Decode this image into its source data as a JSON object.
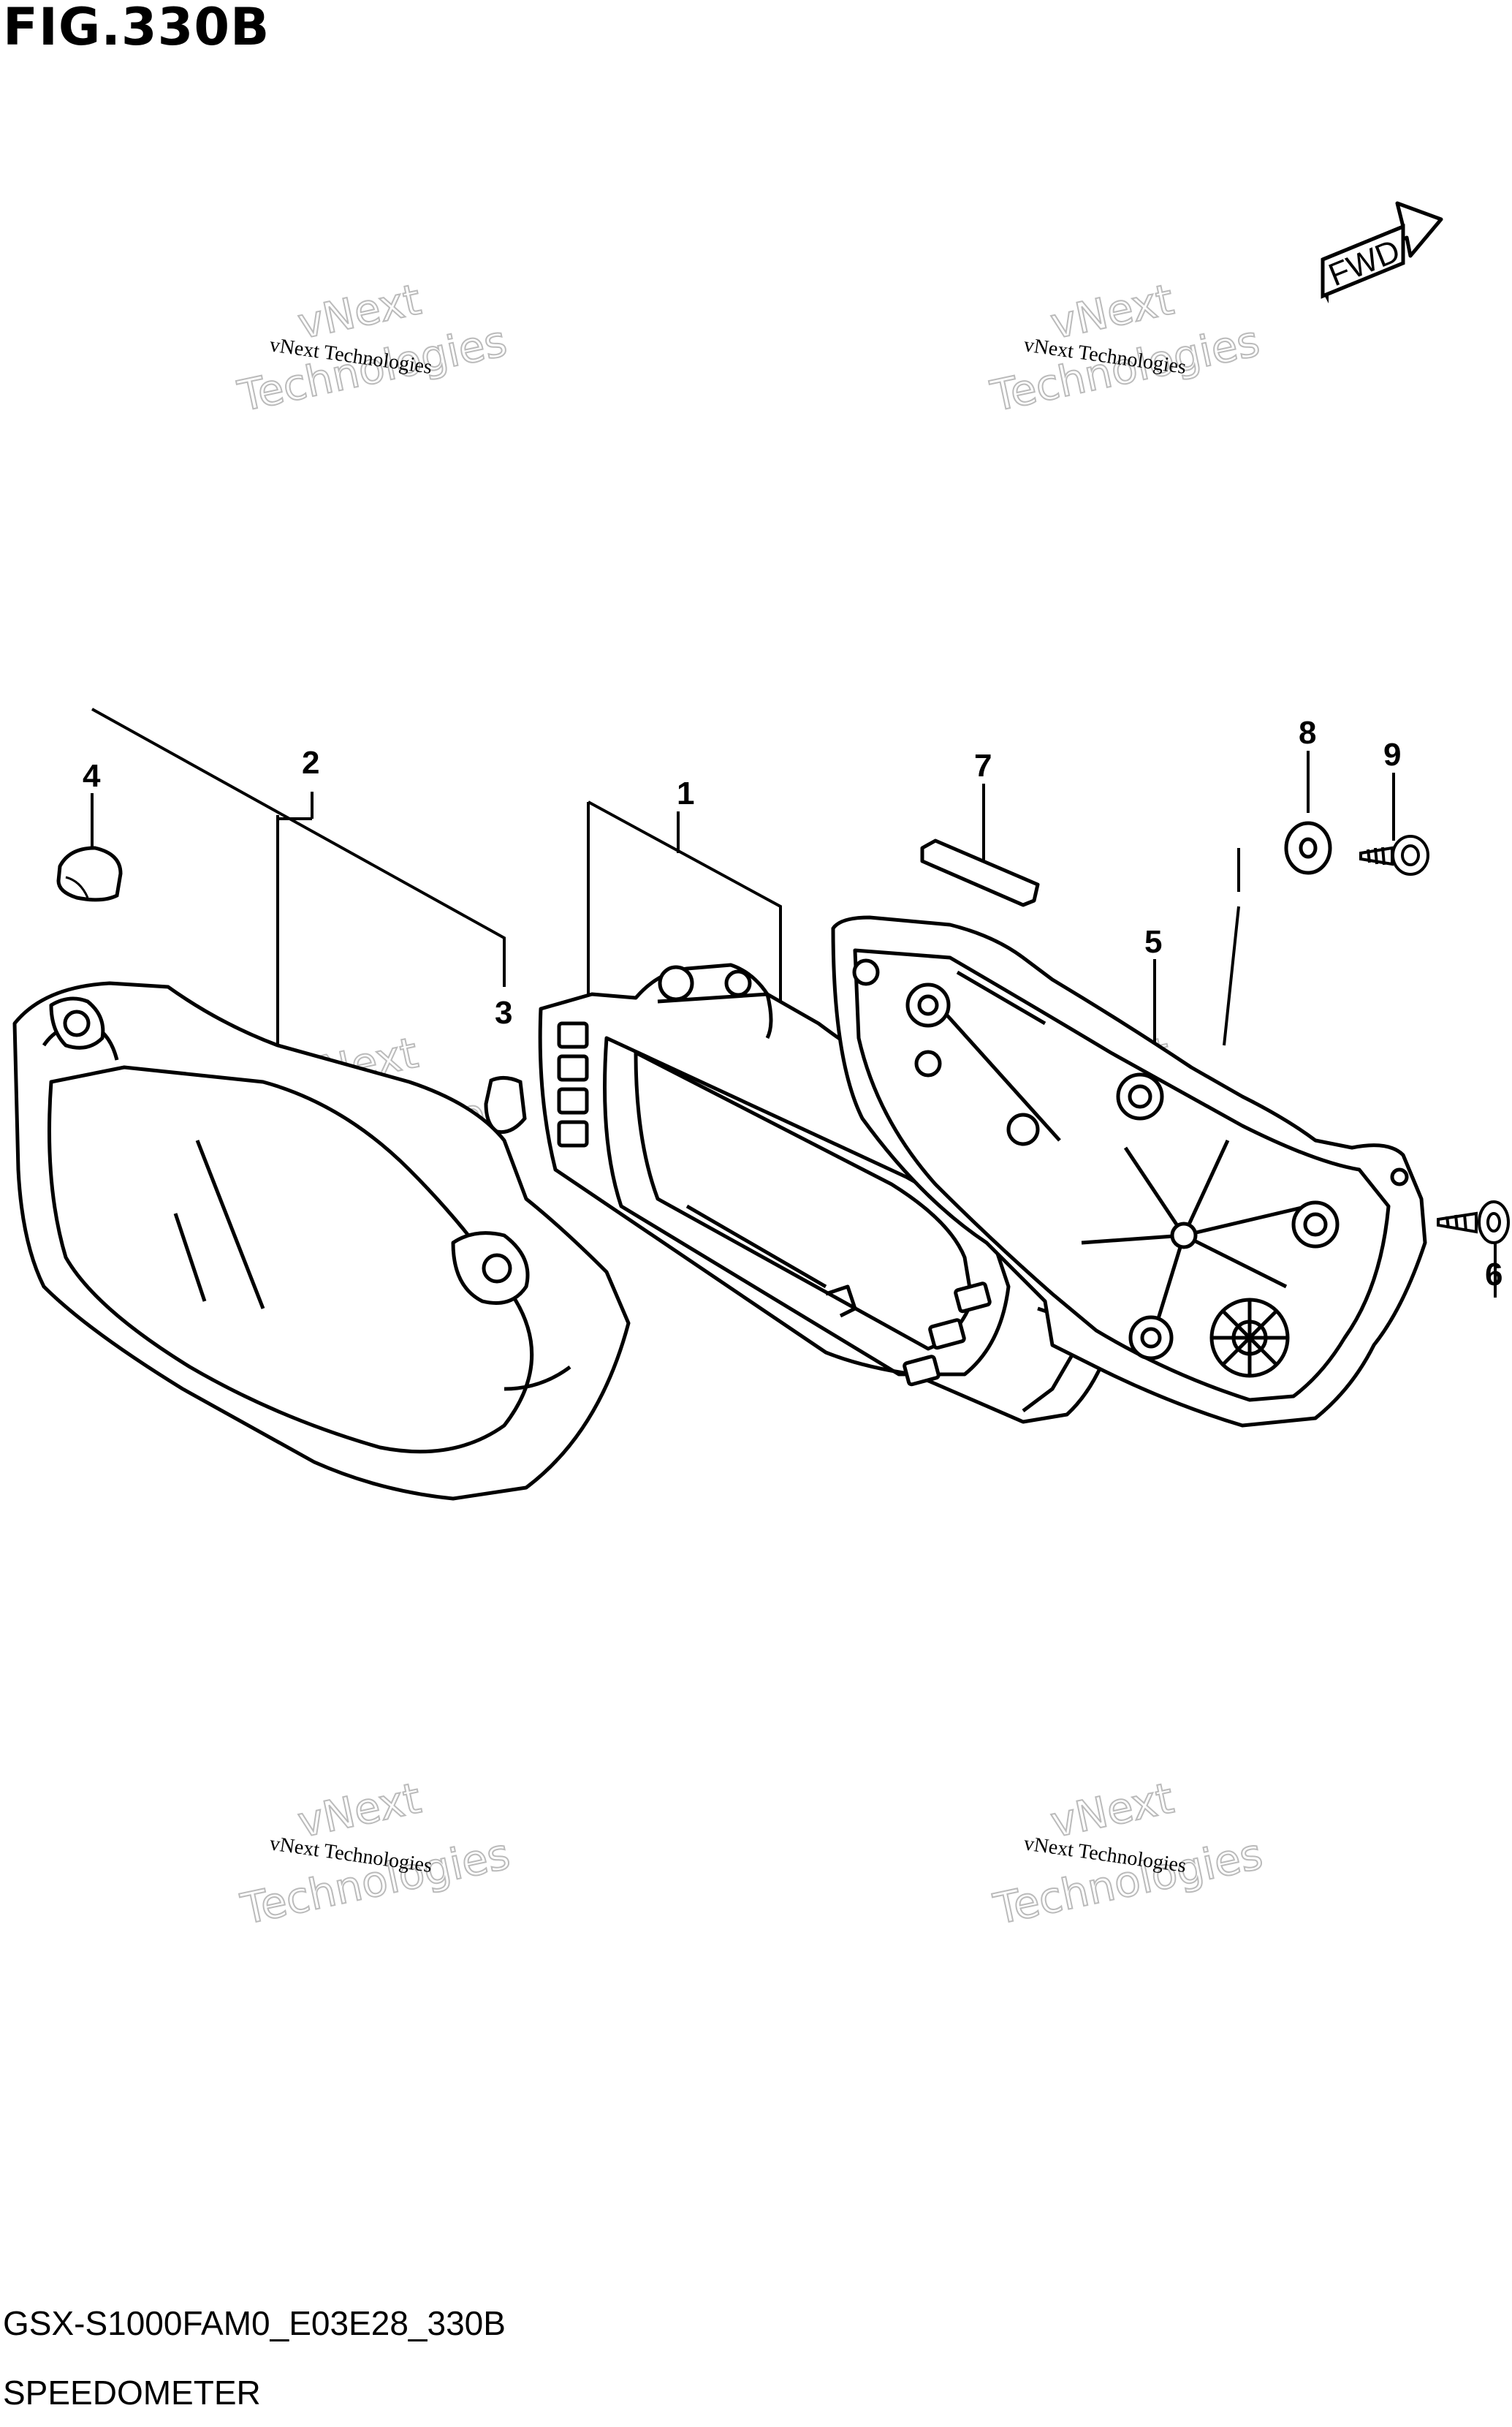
{
  "figure": {
    "title": "FIG.330B",
    "model_code": "GSX-S1000FAM0_E03E28_330B",
    "name": "SPEEDOMETER"
  },
  "fwd_label": "FWD",
  "callouts": [
    "1",
    "2",
    "3",
    "4",
    "5",
    "6",
    "7",
    "8",
    "9"
  ],
  "watermark": {
    "line1": "vNext",
    "line2": "Technologies",
    "small": "vNext Technologies"
  }
}
